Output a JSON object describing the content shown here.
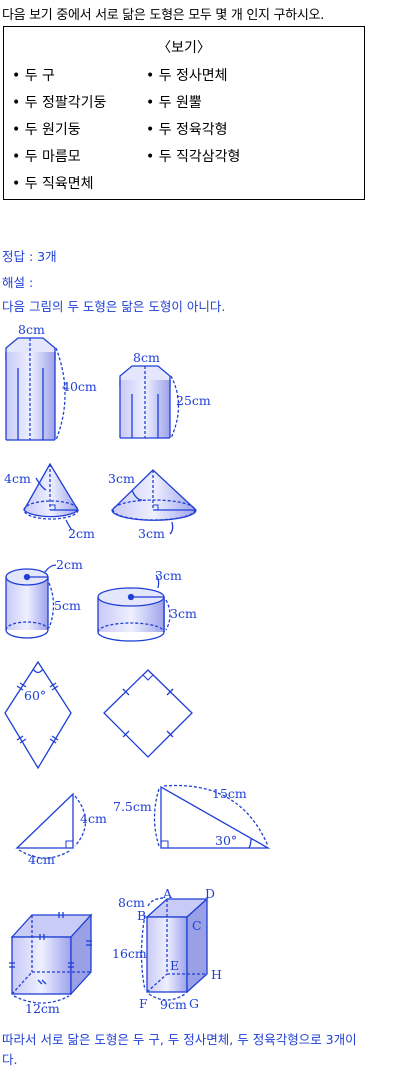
{
  "question": "다음 보기 중에서 서로 닮은 도형은 모두 몇 개 인지 구하시오.",
  "box": {
    "title": "〈보기〉",
    "items": [
      "• 두 구",
      "• 두 정사면체",
      "• 두 정팔각기둥",
      "• 두 원뿔",
      "• 두 원기둥",
      "• 두 정육각형",
      "• 두 마름모",
      "• 두 직각삼각형",
      "• 두 직육면체"
    ]
  },
  "answer": {
    "label": "정답 : 3개",
    "explain_label": "해설 :",
    "intro": "다음 그림의 두 도형은 닮은 도형이 아니다.",
    "conclusion_1": "따라서 서로 닮은 도형은 두 구, 두 정사면체, 두 정육각형으로 3개이",
    "conclusion_2": "다."
  },
  "figures": {
    "prism_a_top": "8cm",
    "prism_a_h": "40cm",
    "prism_b_top": "8cm",
    "prism_b_h": "25cm",
    "cone_a_slant": "4cm",
    "cone_a_r": "2cm",
    "cone_b_slant": "3cm",
    "cone_b_r": "3cm",
    "cyl_a_r": "2cm",
    "cyl_a_h": "5cm",
    "cyl_b_r": "3cm",
    "cyl_b_h": "3cm",
    "rhombus_angle": "60°",
    "tri_a_h": "4cm",
    "tri_a_b": "4cm",
    "tri_b_side": "7.5cm",
    "tri_b_hyp": "15cm",
    "tri_b_angle": "30°",
    "cube_side": "12cm",
    "box_top": "8cm",
    "box_h": "16cm",
    "box_b": "9cm",
    "v_A": "A",
    "v_B": "B",
    "v_C": "C",
    "v_D": "D",
    "v_E": "E",
    "v_F": "F",
    "v_G": "G",
    "v_H": "H"
  }
}
